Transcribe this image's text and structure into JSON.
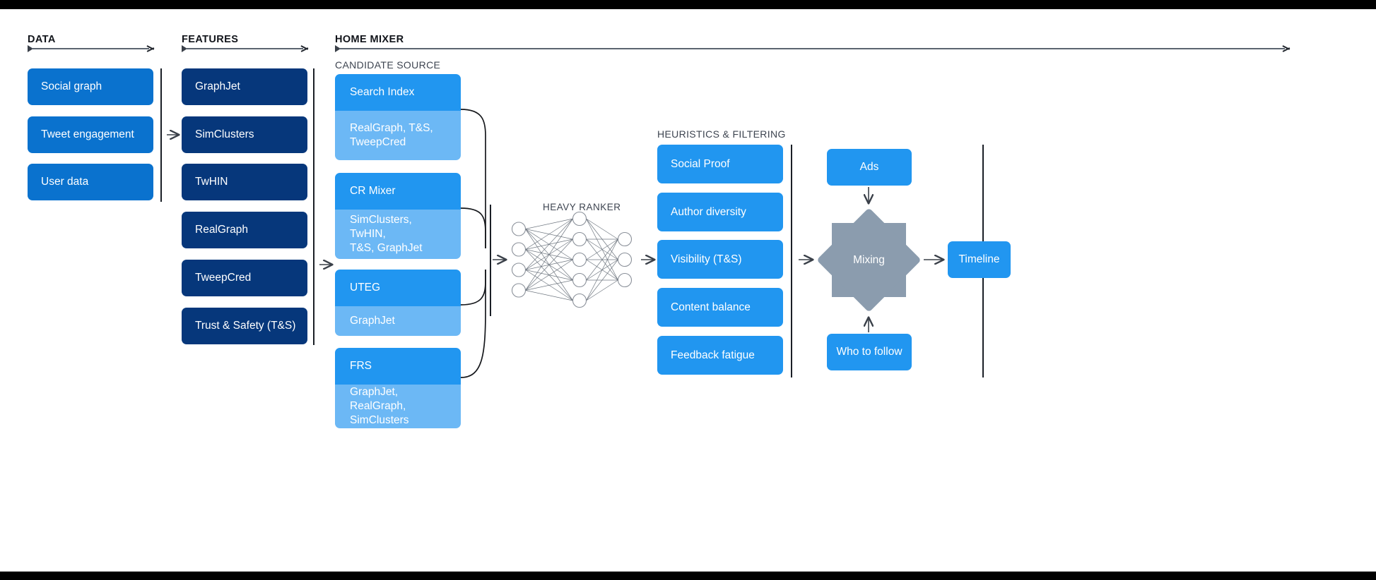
{
  "sections": {
    "data": {
      "title": "DATA"
    },
    "features": {
      "title": "FEATURES"
    },
    "home_mixer": {
      "title": "HOME MIXER"
    },
    "candidate_source": {
      "title": "CANDIDATE SOURCE"
    },
    "heavy_ranker": {
      "title": "HEAVY RANKER"
    },
    "heuristics": {
      "title": "HEURISTICS & FILTERING"
    }
  },
  "data_boxes": [
    {
      "label": "Social graph"
    },
    {
      "label": "Tweet engagement"
    },
    {
      "label": "User data"
    }
  ],
  "feature_boxes": [
    {
      "label": "GraphJet"
    },
    {
      "label": "SimClusters"
    },
    {
      "label": "TwHIN"
    },
    {
      "label": "RealGraph"
    },
    {
      "label": "TweepCred"
    },
    {
      "label": "Trust & Safety (T&S)"
    }
  ],
  "candidate_sources": [
    {
      "name": "Search Index",
      "features": "RealGraph, T&S,\nTweepCred"
    },
    {
      "name": "CR Mixer",
      "features": "SimClusters, TwHIN,\nT&S, GraphJet"
    },
    {
      "name": "UTEG",
      "features": "GraphJet"
    },
    {
      "name": "FRS",
      "features": "GraphJet, RealGraph,\nSimClusters"
    }
  ],
  "heuristics_boxes": [
    {
      "label": "Social Proof"
    },
    {
      "label": "Author diversity"
    },
    {
      "label": "Visibility (T&S)"
    },
    {
      "label": "Content balance"
    },
    {
      "label": "Feedback fatigue"
    }
  ],
  "output": {
    "ads": "Ads",
    "who_to_follow": "Who to follow",
    "mixing": "Mixing",
    "timeline": "Timeline"
  },
  "neural_net": {
    "layers": [
      4,
      5,
      3
    ]
  },
  "colors": {
    "data_box": "#0a72ce",
    "feature_box": "#06377b",
    "candidate_head": "#2196f0",
    "candidate_body": "#6cb8f5",
    "heuristic_box": "#2196f0",
    "mixing_diamond": "#8b9cae",
    "background": "#ffffff",
    "bar": "#000000"
  }
}
